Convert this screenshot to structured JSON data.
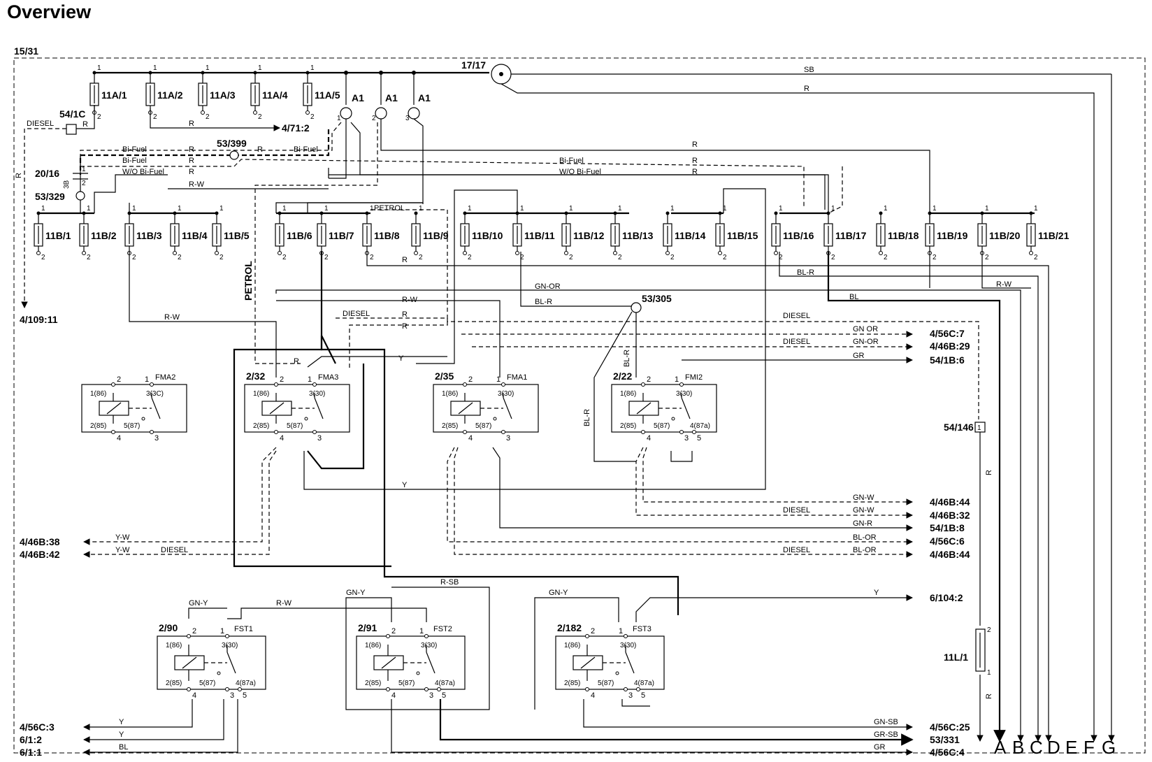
{
  "title": "Overview",
  "frame_label": "15/31",
  "central": {
    "node": "17/17",
    "relays": [
      "A1",
      "A1",
      "A1"
    ],
    "pins": [
      "1",
      "2",
      "3"
    ],
    "wires": {
      "sb": "SB",
      "r": "R"
    }
  },
  "fuses_a": [
    "11A/1",
    "11A/2",
    "11A/3",
    "11A/4",
    "11A/5"
  ],
  "fuses_b": [
    "11B/1",
    "11B/2",
    "11B/3",
    "11B/4",
    "11B/5",
    "11B/6",
    "11B/7",
    "11B/8",
    "11B/9",
    "11B/10",
    "11B/11",
    "11B/12",
    "11B/13",
    "11B/14",
    "11B/15",
    "11B/16",
    "11B/17",
    "11B/18",
    "11B/19",
    "11B/20",
    "11B/21"
  ],
  "fuse_l": "11L/1",
  "pin1": "1",
  "pin2": "2",
  "components": {
    "diesel_conn": "54/1C",
    "diode": "20/16",
    "splice_a": "53/329",
    "splice_b": "53/399",
    "splice_c": "53/305",
    "conn146": "54/146",
    "conn146_pin": "1"
  },
  "wire_labels": {
    "diesel": "DIESEL",
    "petrol": "PETROL",
    "bifuel": "Bi-Fuel",
    "wobifuel": "W/O Bi-Fuel",
    "r": "R",
    "rw": "R-W",
    "y": "Y",
    "yw": "Y-W",
    "bl": "BL",
    "blr": "BL-R",
    "gnor": "GN-OR",
    "gnor2": "GN OR",
    "gr": "GR",
    "gnw": "GN-W",
    "gnr": "GN-R",
    "blor": "BL-OR",
    "rsb": "R-SB",
    "gny": "GN-Y",
    "gnsb": "GN-SB",
    "grsb": "GR-SB",
    "sb": "SB",
    "b38": "3B"
  },
  "relays": [
    {
      "id": "FMA2",
      "num": ""
    },
    {
      "id": "FMA3",
      "num": "2/32"
    },
    {
      "id": "FMA1",
      "num": "2/35"
    },
    {
      "id": "FMI2",
      "num": "2/22"
    },
    {
      "id": "FST1",
      "num": "2/90"
    },
    {
      "id": "FST2",
      "num": "2/91"
    },
    {
      "id": "FST3",
      "num": "2/182"
    }
  ],
  "relay_pins": {
    "p86": "1(86)",
    "p85": "2(85)",
    "p30": "3(30)",
    "p87": "5(87)",
    "p87a": "4(87a)",
    "p3c": "3(3C)",
    "n1": "1",
    "n2": "2",
    "n3": "3",
    "n4": "4",
    "n5": "5"
  },
  "destinations_right": [
    "4/56C:7",
    "4/46B:29",
    "54/1B:6",
    "4/46B:44",
    "4/46B:32",
    "54/1B:8",
    "4/56C:6",
    "4/46B:44",
    "6/104:2",
    "4/56C:25",
    "53/331",
    "4/56C:4"
  ],
  "destinations_left": [
    "4/109:11",
    "4/46B:38",
    "4/46B:42",
    "4/56C:3",
    "6/1:2",
    "6/1:1"
  ],
  "destinations_top": [
    "4/71:2"
  ],
  "letters": [
    "A",
    "B",
    "C",
    "D",
    "E",
    "F",
    "G"
  ]
}
